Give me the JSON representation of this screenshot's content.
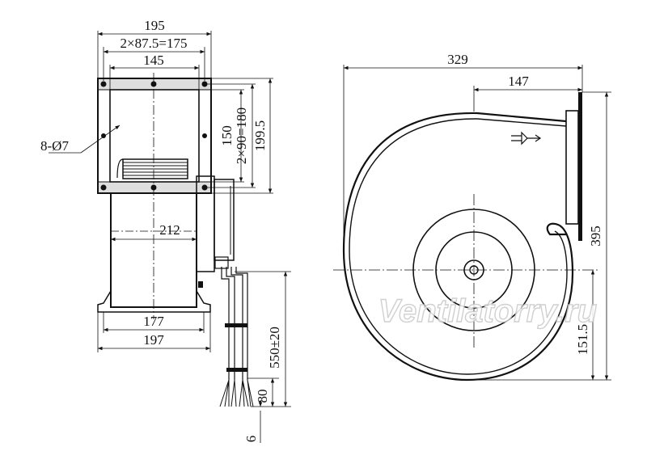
{
  "drawing": {
    "front_view": {
      "width_total": "195",
      "hole_spacing_horizontal": "2×87.5=175",
      "inner_width": "145",
      "holes_note": "8-Ø7",
      "inner_height": "150",
      "hole_spacing_vertical": "2×90=180",
      "height_total": "199.5",
      "housing_width": "212",
      "base_inner": "177",
      "base_outer": "197",
      "cable_length": "550±20",
      "wire_strip": "80",
      "wire_end": "6"
    },
    "side_view": {
      "overall_length": "329",
      "outlet_offset": "147",
      "overall_height": "395",
      "axis_height": "151.5"
    },
    "watermark": "Ventilatorry.ru"
  }
}
